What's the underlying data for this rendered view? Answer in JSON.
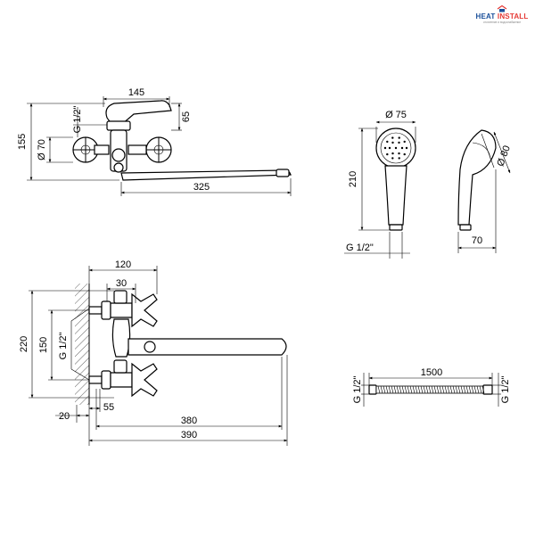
{
  "brand": {
    "name_part1": "HEAT",
    "name_part2": "INSTALL",
    "tagline": "отопление и водоснабжение",
    "color_primary": "#1a4f9a",
    "color_accent": "#e53935"
  },
  "front_view": {
    "dim_width": "145",
    "dim_height_top": "65",
    "dim_total_height": "155",
    "dim_inlet": "G 1/2\"",
    "dim_handle_diameter": "Ø 70",
    "dim_spout": "325"
  },
  "shower_head": {
    "dim_diameter": "Ø 75",
    "dim_length": "210",
    "dim_thread": "G 1/2\"",
    "dim_side_diameter": "Ø 80",
    "dim_side_width": "70"
  },
  "side_view": {
    "dim_depth": "120",
    "dim_center": "30",
    "dim_height": "220",
    "dim_inlet_spacing": "150",
    "dim_inlet": "G 1/2\"",
    "dim_wall": "20",
    "dim_offset": "55",
    "dim_spout_reach": "380",
    "dim_total_reach": "390"
  },
  "hose": {
    "dim_length": "1500",
    "dim_thread_left": "G 1/2\"",
    "dim_thread_right": "G 1/2\""
  }
}
